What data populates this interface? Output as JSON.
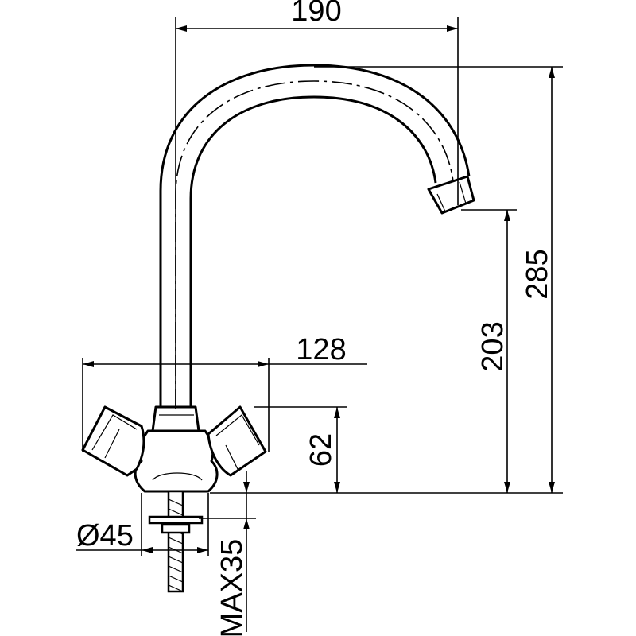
{
  "dimensions": {
    "spout_reach": "190",
    "total_height": "285",
    "spout_height": "203",
    "handle_span": "128",
    "base_height": "62",
    "base_diameter": "Ø45",
    "max_mount_thickness": "MAX35"
  }
}
